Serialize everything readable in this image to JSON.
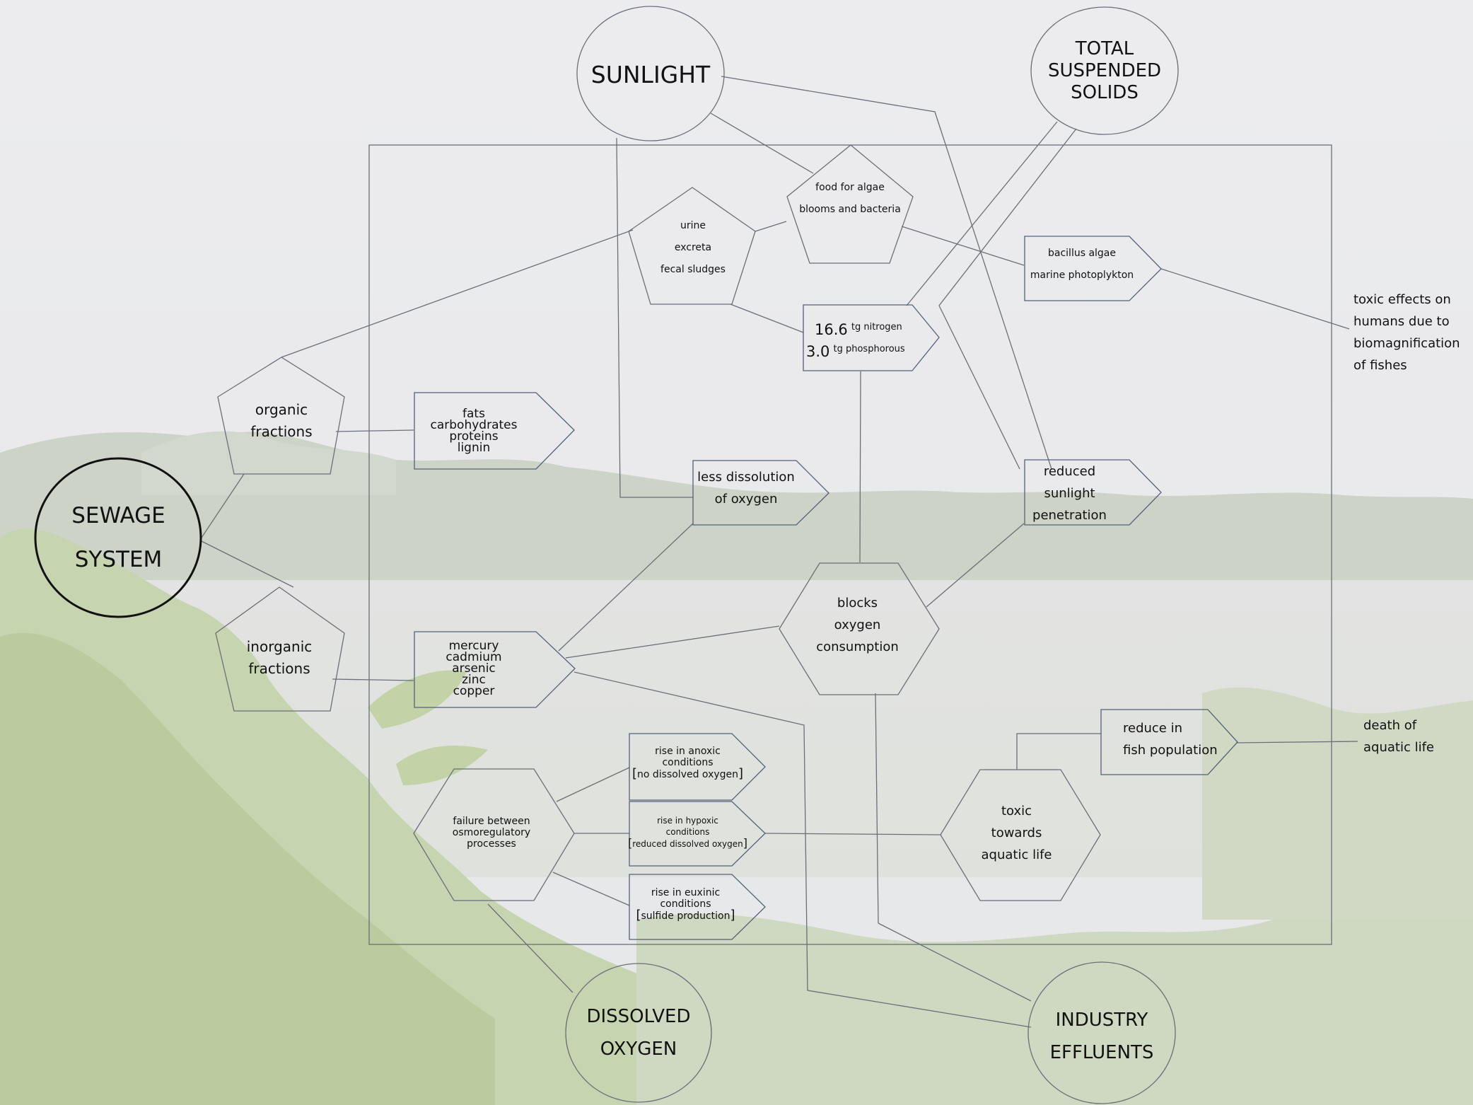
{
  "colors": {
    "sky": "#e9e9ec",
    "water": "#e3e4e2",
    "foliage": "#c9d6b3",
    "foliage_dark": "#b4c49b",
    "treeline": "#c3ccbb",
    "line": "#6a6f78",
    "box_edge": "#53617a"
  },
  "circles": {
    "sewage": [
      "SEWAGE",
      "SYSTEM"
    ],
    "sunlight": [
      "SUNLIGHT"
    ],
    "tss": [
      "TOTAL",
      "SUSPENDED",
      "SOLIDS"
    ],
    "dissolved_oxygen": [
      "DISSOLVED",
      "OXYGEN"
    ],
    "industry": [
      "INDUSTRY",
      "EFFLUENTS"
    ]
  },
  "nodes": {
    "organic": [
      "organic",
      "fractions"
    ],
    "inorganic": [
      "inorganic",
      "fractions"
    ],
    "urine": [
      "urine",
      "excreta",
      "fecal sludges"
    ],
    "algae_food": [
      "food for algae",
      "blooms and bacteria"
    ],
    "bacillus": [
      "bacillus algae",
      "marine photoplykton"
    ],
    "nitrogen_value": "16.6",
    "nitrogen_unit": "tg nitrogen",
    "phosphorous_value": "3.0",
    "phosphorous_unit": "tg phosphorous",
    "organics_list": [
      "fats",
      "carbohydrates",
      "proteins",
      "lignin"
    ],
    "less_dissolution": [
      "less dissolution",
      "of oxygen"
    ],
    "reduced_sunlight": [
      "reduced",
      "sunlight",
      "penetration"
    ],
    "blocks_oxygen": [
      "blocks",
      "oxygen",
      "consumption"
    ],
    "metals_list": [
      "mercury",
      "cadmium",
      "arsenic",
      "zinc",
      "copper"
    ],
    "failure_osmo": [
      "failure between",
      "osmoregulatory",
      "processes"
    ],
    "anoxic": [
      "rise in anoxic",
      "conditions",
      "no dissolved oxygen"
    ],
    "hypoxic": [
      "rise in hypoxic",
      "conditions",
      "reduced dissolved oxygen"
    ],
    "euxinic": [
      "rise in euxinic",
      "conditions",
      "sulfide production"
    ],
    "toxic_aquatic": [
      "toxic",
      "towards",
      "aquatic life"
    ],
    "reduce_fish": [
      "reduce in",
      "fish population"
    ]
  },
  "side_text": {
    "toxic_effects": [
      "toxic effects on",
      "humans due to",
      "biomagnification",
      "of fishes"
    ],
    "death": [
      "death of",
      "aquatic life"
    ]
  }
}
